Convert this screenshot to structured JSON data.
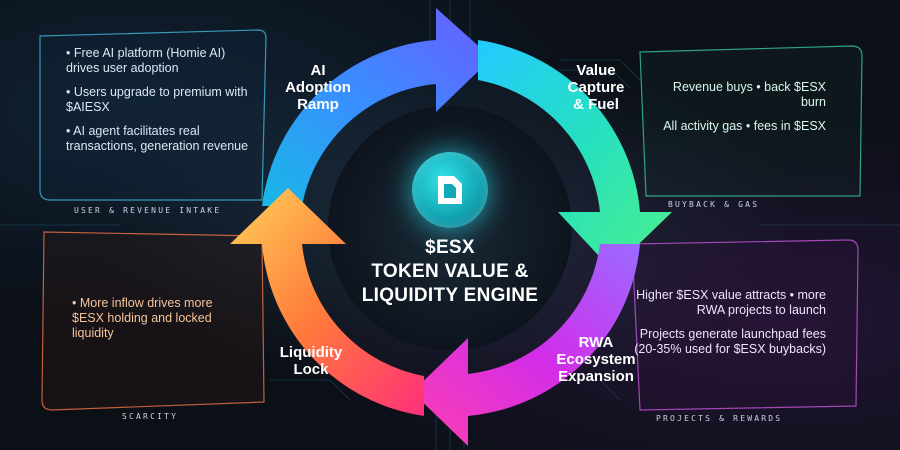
{
  "center": {
    "ticker": "$ESX",
    "line2": "TOKEN VALUE &",
    "line3": "LIQUIDITY ENGINE",
    "logo_icon": "esx-logo-icon"
  },
  "stages": {
    "top_left": [
      "AI",
      "Adoption",
      "Ramp"
    ],
    "top_right": [
      "Value",
      "Capture",
      "& Fuel"
    ],
    "bottom_right": [
      "RWA",
      "Ecosystem",
      "Expansion"
    ],
    "bottom_left": [
      "Liquidity",
      "Lock"
    ]
  },
  "panels": {
    "user_revenue": {
      "tag": "USER & REVENUE INTAKE",
      "items": [
        "• Free AI platform (Homie AI) drives user adoption",
        "• Users upgrade to premium with $AIESX",
        "• AI agent facilitates real transactions, generation revenue"
      ]
    },
    "buyback_gas": {
      "tag": "BUYBACK & GAS",
      "items": [
        "Revenue buys • back $ESX burn",
        "All activity gas • fees in $ESX"
      ]
    },
    "scarcity": {
      "tag": "SCARCITY",
      "items": [
        "• More inflow drives more $ESX holding and locked liquidity"
      ]
    },
    "projects_rewards": {
      "tag": "PROJECTS & REWARDS",
      "items": [
        "Higher $ESX value attracts • more RWA projects to launch",
        "Projects generate launchpad fees (20-35% used for $ESX buybacks)"
      ]
    }
  },
  "colors": {
    "background": "#0b0f16",
    "cyan": "#2ad0e0",
    "blue": "#2f6cff",
    "green": "#2fe0a0",
    "magenta": "#d42de8",
    "orange": "#ff8a3c",
    "pink": "#ff3f7a",
    "gold": "#ffc45a"
  }
}
